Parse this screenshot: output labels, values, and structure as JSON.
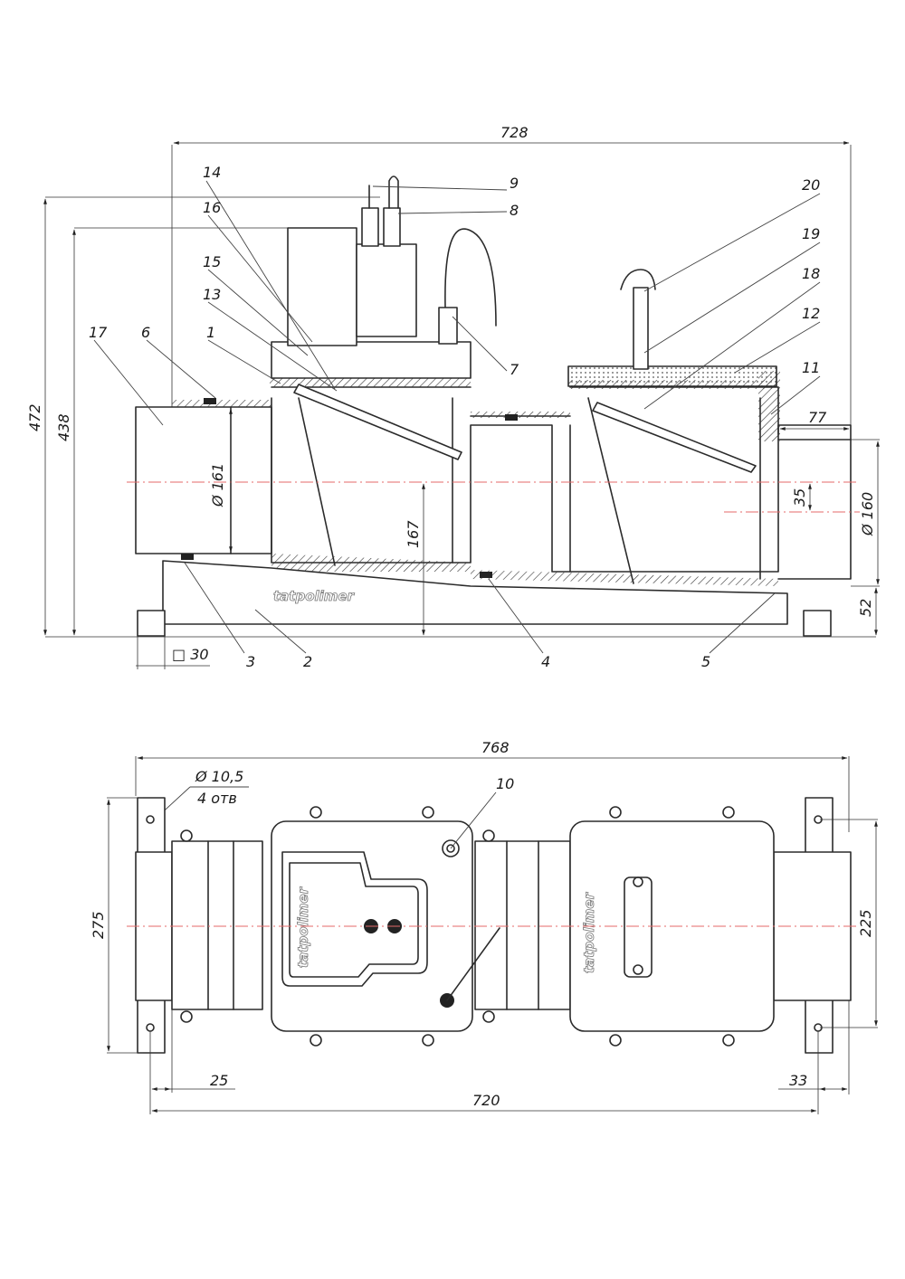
{
  "drawing": {
    "logo_text": "tatpolimer",
    "side_view": {
      "dimensions": {
        "overall_length": "728",
        "height_total": "472",
        "height_body": "438",
        "inlet_diameter": "Ø 161",
        "outlet_diameter": "Ø 160",
        "inner_height": "167",
        "outlet_offset": "77",
        "offset_35": "35",
        "base_height": "52",
        "foot_size": "□ 30"
      },
      "callouts": [
        "1",
        "2",
        "3",
        "4",
        "5",
        "6",
        "7",
        "8",
        "9",
        "11",
        "12",
        "13",
        "14",
        "15",
        "16",
        "17",
        "18",
        "19",
        "20"
      ]
    },
    "top_view": {
      "dimensions": {
        "overall_length": "768",
        "hole_diameter": "Ø 10,5",
        "hole_count": "4 отв",
        "width_total": "275",
        "hole_spacing_width": "225",
        "left_offset": "25",
        "right_offset": "33",
        "hole_spacing_length": "720"
      },
      "callouts": [
        "10"
      ]
    }
  }
}
